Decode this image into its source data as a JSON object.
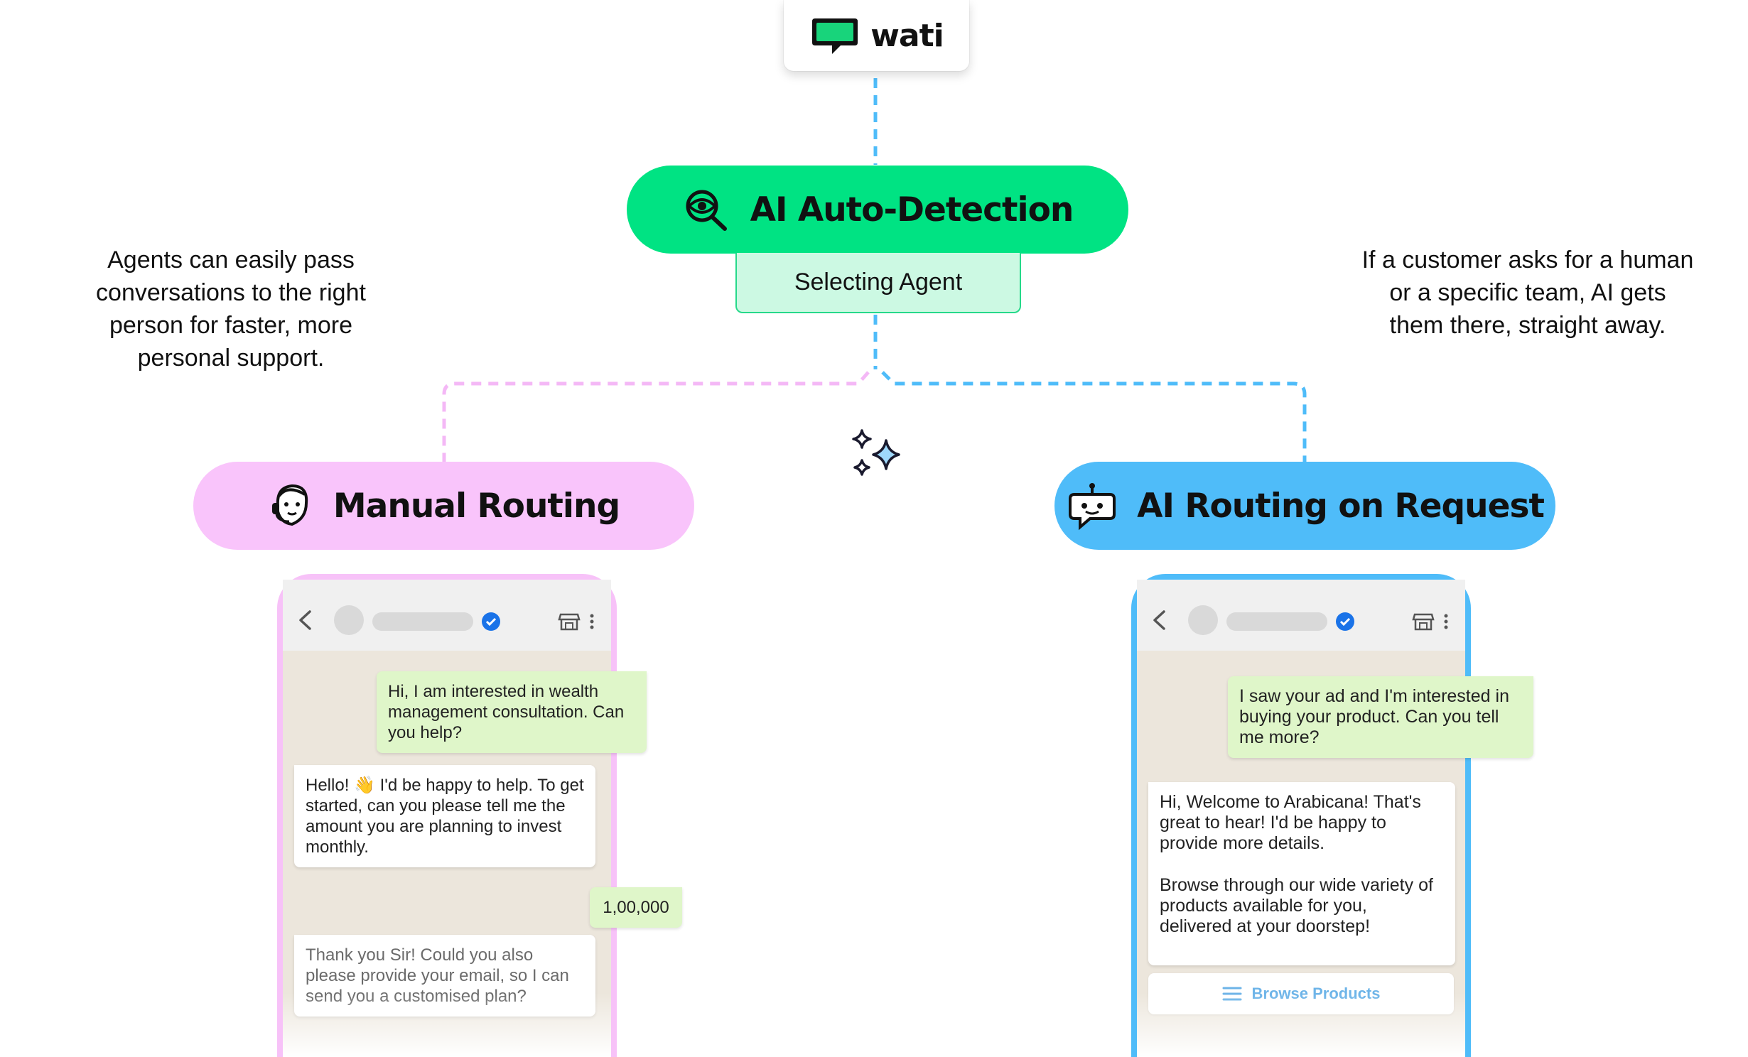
{
  "logo": {
    "brand": "wati",
    "icon": "chat-bubble-icon"
  },
  "top_node": {
    "label": "AI Auto-Detection",
    "sub_label": "Selecting Agent",
    "icon": "eye-search-icon",
    "color": "#00e383"
  },
  "left_caption": "Agents can easily pass conversations to the right person for faster, more personal support.",
  "right_caption": "If a customer asks for a human or a specific team, AI gets them there, straight away.",
  "sparkle": "sparkle-icon",
  "manual": {
    "label": "Manual Routing",
    "icon": "agent-headset-icon",
    "color": "#f9c4fb",
    "messages": [
      {
        "from": "customer",
        "text": "Hi, I am interested in wealth management consultation. Can you help?"
      },
      {
        "from": "business",
        "text": "Hello! 👋 I'd be happy to help. To get started, can you please tell me the amount you are planning to invest monthly."
      },
      {
        "from": "customer",
        "text": "1,00,000"
      },
      {
        "from": "business",
        "text": "Thank you Sir! Could you also please provide your email, so I can send you a customised plan?"
      }
    ]
  },
  "request": {
    "label": "AI Routing on Request",
    "icon": "bot-chat-icon",
    "color": "#4fbcf9",
    "messages": [
      {
        "from": "customer",
        "text": "I saw your ad and I'm interested in buying your product. Can you tell me more?"
      },
      {
        "from": "business",
        "text": "Hi, Welcome to Arabicana! That's great to hear! I'd be happy to provide more details.",
        "text2": "Browse through our wide variety of products available for you, delivered at your doorstep!"
      }
    ],
    "button": "Browse Products"
  }
}
